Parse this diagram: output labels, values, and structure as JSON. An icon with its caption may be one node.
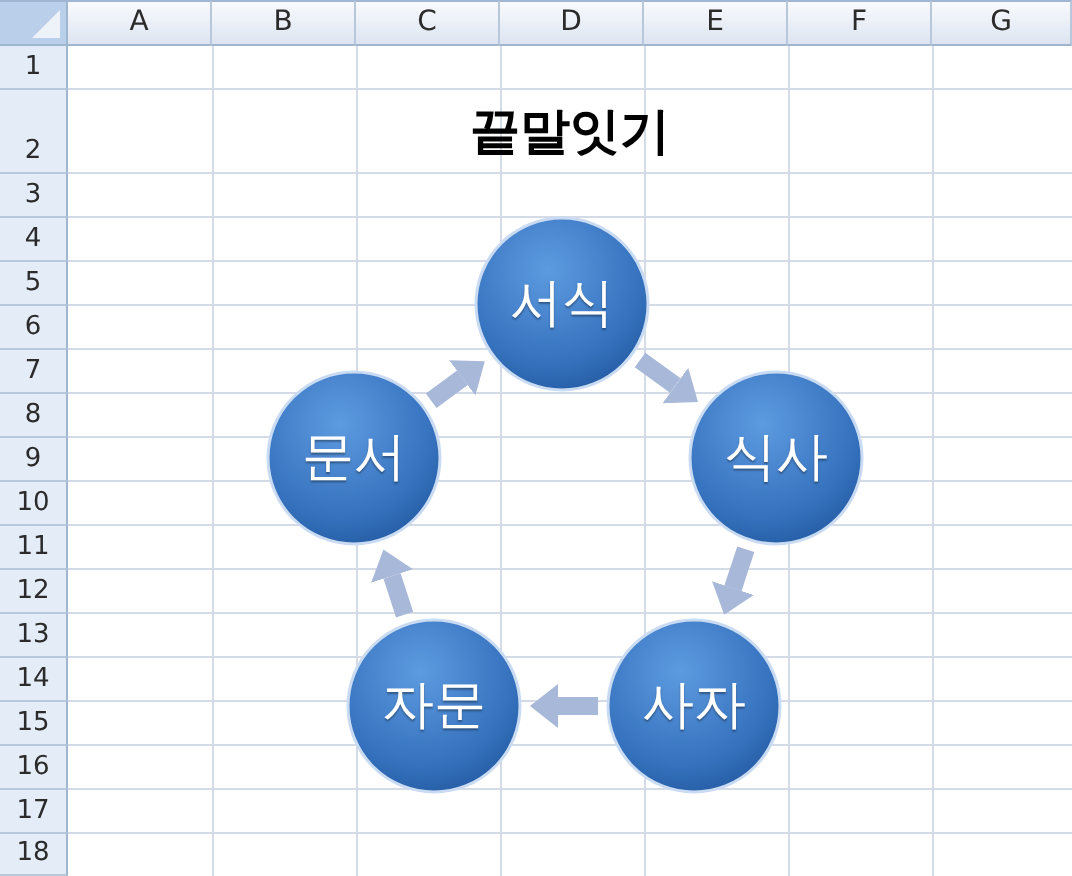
{
  "diagram": {
    "title": "끝말잇기",
    "nodes": [
      {
        "text": [
          "서식"
        ]
      },
      {
        "text": [
          "문서"
        ]
      },
      {
        "text": [
          "식사"
        ]
      },
      {
        "text": [
          "자문"
        ]
      },
      {
        "text": [
          "사자"
        ]
      }
    ],
    "edges": [
      {
        "from": 0,
        "to": 2,
        "arrow": "to"
      },
      {
        "from": 2,
        "to": 4,
        "arrow": "to"
      },
      {
        "from": 4,
        "to": 3,
        "arrow": "to"
      },
      {
        "from": 3,
        "to": 1,
        "arrow": "to"
      },
      {
        "from": 1,
        "to": 0,
        "arrow": "to"
      }
    ],
    "labels": [
      "A",
      "B",
      "C",
      "D",
      "E",
      "F",
      "G",
      "1",
      "2",
      "3",
      "4",
      "5",
      "6",
      "7",
      "8",
      "9",
      "10",
      "11",
      "12",
      "13",
      "14",
      "15",
      "16",
      "17",
      "18"
    ]
  }
}
